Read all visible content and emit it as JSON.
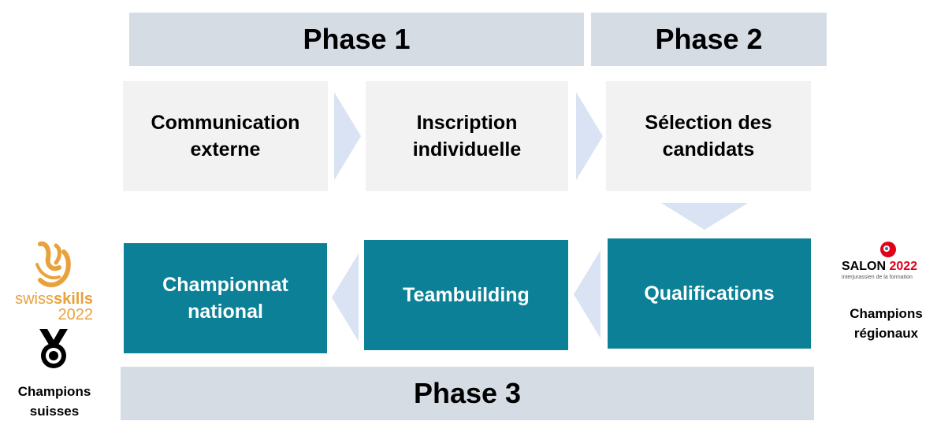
{
  "phases": {
    "phase1": "Phase 1",
    "phase2": "Phase 2",
    "phase3": "Phase 3"
  },
  "steps_top": [
    {
      "line1": "Communication",
      "line2": "externe"
    },
    {
      "line1": "Inscription",
      "line2": "individuelle"
    },
    {
      "line1": "Sélection des",
      "line2": "candidats"
    }
  ],
  "steps_bottom": [
    {
      "line1": "Championnat",
      "line2": "national"
    },
    {
      "line1": "Teambuilding",
      "line2": ""
    },
    {
      "line1": "Qualifications",
      "line2": ""
    }
  ],
  "left_logo": {
    "word1": "swiss",
    "word2": "skills",
    "year": "2022"
  },
  "left_caption": {
    "line1": "Champions",
    "line2": "suisses"
  },
  "right_logo": {
    "word": "SALON",
    "year": "2022",
    "tagline": "interjurassien de la formation"
  },
  "right_caption": {
    "line1": "Champions",
    "line2": "régionaux"
  },
  "colors": {
    "phase_bar": "#d6dce4",
    "step_light": "#f2f2f2",
    "step_dark": "#0c8096",
    "arrow": "#dae3f3",
    "swissskills_orange": "#e9a13b",
    "salon_red": "#e2001a"
  },
  "icons": {
    "medal": "medal-icon",
    "arrow": "chevron-arrow-icon"
  }
}
